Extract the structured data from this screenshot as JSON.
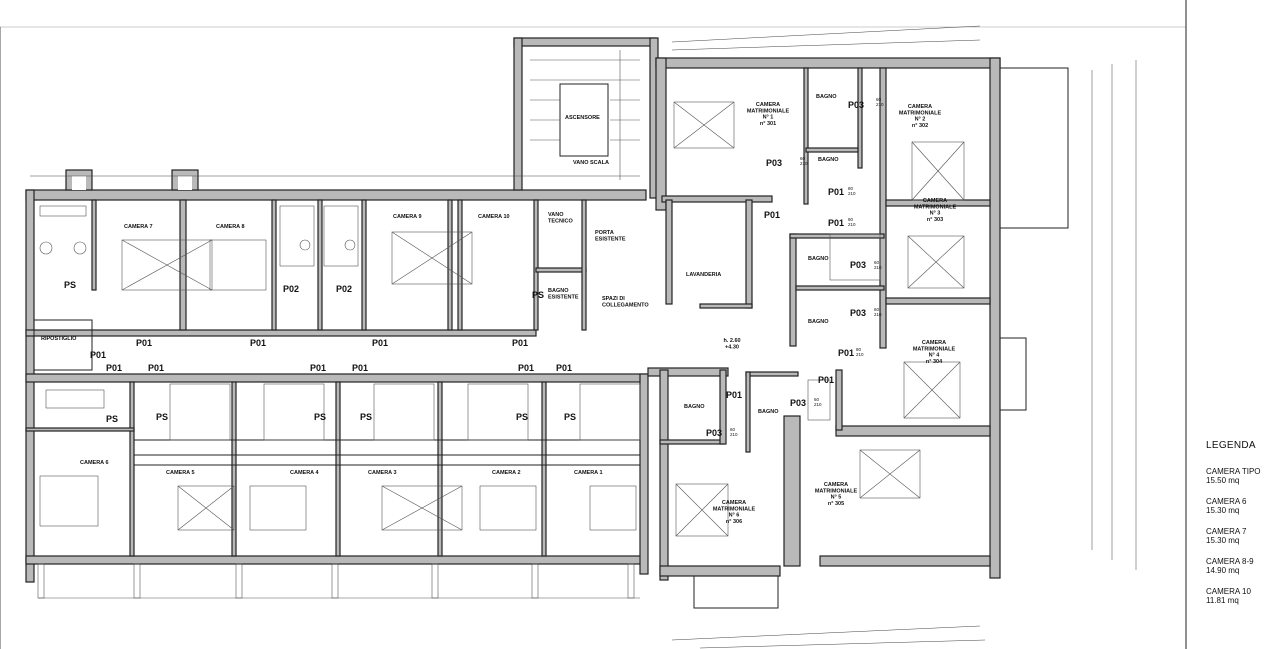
{
  "rooms": {
    "camera_7": "CAMERA 7",
    "camera_8": "CAMERA 8",
    "camera_9": "CAMERA 9",
    "camera_10": "CAMERA 10",
    "vano_tecnico": "VANO\nTECNICO",
    "porta_esistente": "PORTA\nESISTENTE",
    "bagno_esistente": "BAGNO\nESISTENTE",
    "spazi_collegamento": "SPAZI DI\nCOLLEGAMENTO",
    "lavanderia": "LAVANDERIA",
    "ascensore": "ASCENSORE",
    "vano_scala": "VANO SCALA",
    "ripostiglio": "RIPOSTIGLIO",
    "camera_6": "CAMERA 6",
    "camera_5": "CAMERA 5",
    "camera_4": "CAMERA 4",
    "camera_3": "CAMERA 3",
    "camera_2": "CAMERA 2",
    "camera_1": "CAMERA 1",
    "bagno": "BAGNO",
    "cm1": "CAMERA\nMATRIMONIALE\nN° 1\nn° 301",
    "cm2": "CAMERA\nMATRIMONIALE\nN° 2\nn° 302",
    "cm3": "CAMERA\nMATRIMONIALE\nN° 3\nn° 303",
    "cm4": "CAMERA\nMATRIMONIALE\nN° 4\nn° 304",
    "cm5": "CAMERA\nMATRIMONIALE\nN° 5\nn° 305",
    "cm6": "CAMERA\nMATRIMONIALE\nN° 6\nn° 306",
    "height_note": "h. 2.60\n+4.30"
  },
  "doors": {
    "p01": "P01",
    "p02": "P02",
    "p03": "P03",
    "ps": "PS",
    "size_60": "60\n210",
    "size_80": "80\n210"
  },
  "legend": {
    "title": "LEGENDA",
    "items": [
      {
        "name": "CAMERA TIPO",
        "area": "15.50 mq"
      },
      {
        "name": "CAMERA 6",
        "area": "15.30 mq"
      },
      {
        "name": "CAMERA 7",
        "area": "15.30 mq"
      },
      {
        "name": "CAMERA 8-9",
        "area": "14.90 mq"
      },
      {
        "name": "CAMERA 10",
        "area": "11.81 mq"
      }
    ]
  }
}
